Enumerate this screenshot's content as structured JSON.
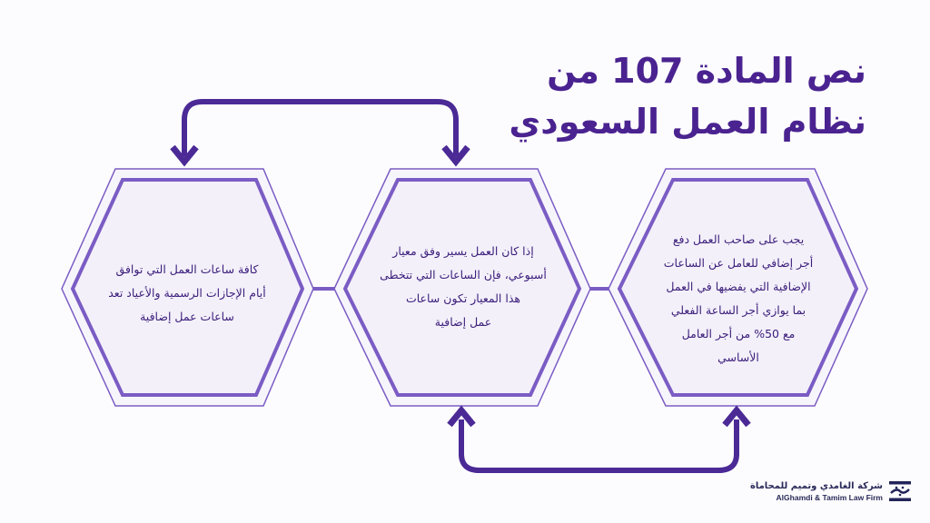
{
  "title": {
    "line1": "نص المادة 107 من",
    "line2": "نظام العمل السعودي"
  },
  "hexagons": [
    {
      "position": "right",
      "lines": [
        "يجب على صاحب العمل دفع",
        "أجر إضافي للعامل عن الساعات",
        "الإضافية التي يفضيها في العمل",
        "بما يوازي أجر الساعة الفعلي",
        "مع 50% من أجر العامل",
        "الأساسي"
      ]
    },
    {
      "position": "middle",
      "lines": [
        "إذا كان العمل يسير وفق معيار",
        "أسبوعي، فإن الساعات التي تتخطى",
        "هذا المعيار تكون ساعات",
        "عمل إضافية"
      ]
    },
    {
      "position": "left",
      "lines": [
        "كافة ساعات العمل التي توافق",
        "أيام الإجازات الرسمية والأعياد تعد",
        "ساعات عمل إضافية"
      ]
    }
  ],
  "arrows": {
    "top": "left-hex ↔ middle-hex",
    "bottom": "middle-hex ↔ right-hex"
  },
  "logo": {
    "arabic": "شركة الغامدي وتميم للمحاماة",
    "english": "AlGhamdi & Tamim Law Firm"
  },
  "colors": {
    "primary": "#4a2390",
    "hex_border": "#7b5cc4",
    "hex_fill": "#f3f0fa",
    "arrow": "#4b2a96"
  }
}
